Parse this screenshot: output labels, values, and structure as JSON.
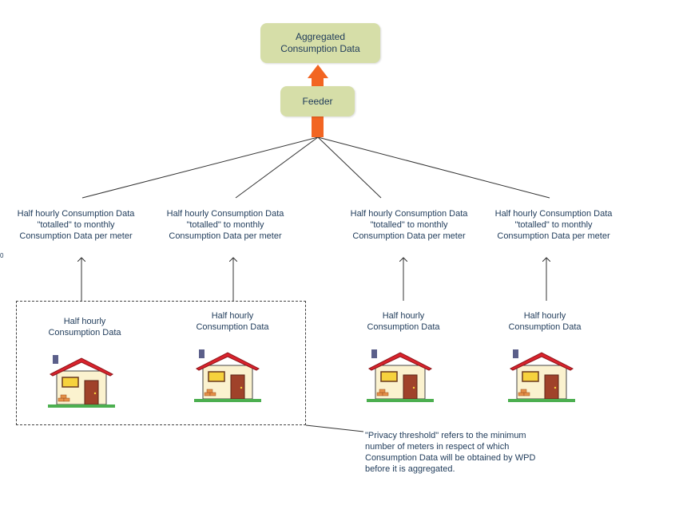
{
  "aggregated": {
    "label": "Aggregated\nConsumption Data"
  },
  "feeder": {
    "label": "Feeder"
  },
  "meters": [
    {
      "label": "Half hourly Consumption Data \"totalled\" to monthly Consumption Data per meter"
    },
    {
      "label": "Half hourly Consumption Data \"totalled\" to monthly Consumption Data per meter"
    },
    {
      "label": "Half hourly Consumption Data \"totalled\" to monthly Consumption Data per meter"
    },
    {
      "label": "Half hourly Consumption Data \"totalled\" to monthly Consumption Data per meter"
    }
  ],
  "houses": [
    {
      "label": "Half hourly Consumption Data"
    },
    {
      "label": "Half hourly Consumption Data"
    },
    {
      "label": "Half hourly Consumption Data"
    },
    {
      "label": "Half hourly Consumption Data"
    }
  ],
  "note": {
    "text": "\"Privacy threshold\" refers to the minimum number of meters in respect of which Consumption Data will be obtained by WPD before it is aggregated."
  },
  "edge_mark": "0",
  "colors": {
    "box_fill": "#d6dea8",
    "arrow": "#f26522",
    "text": "#1f3b5a",
    "roof": "#d9232d",
    "wall": "#fbf2cf",
    "door": "#a0422a",
    "window": "#f6d23d",
    "grass": "#4caf50"
  }
}
